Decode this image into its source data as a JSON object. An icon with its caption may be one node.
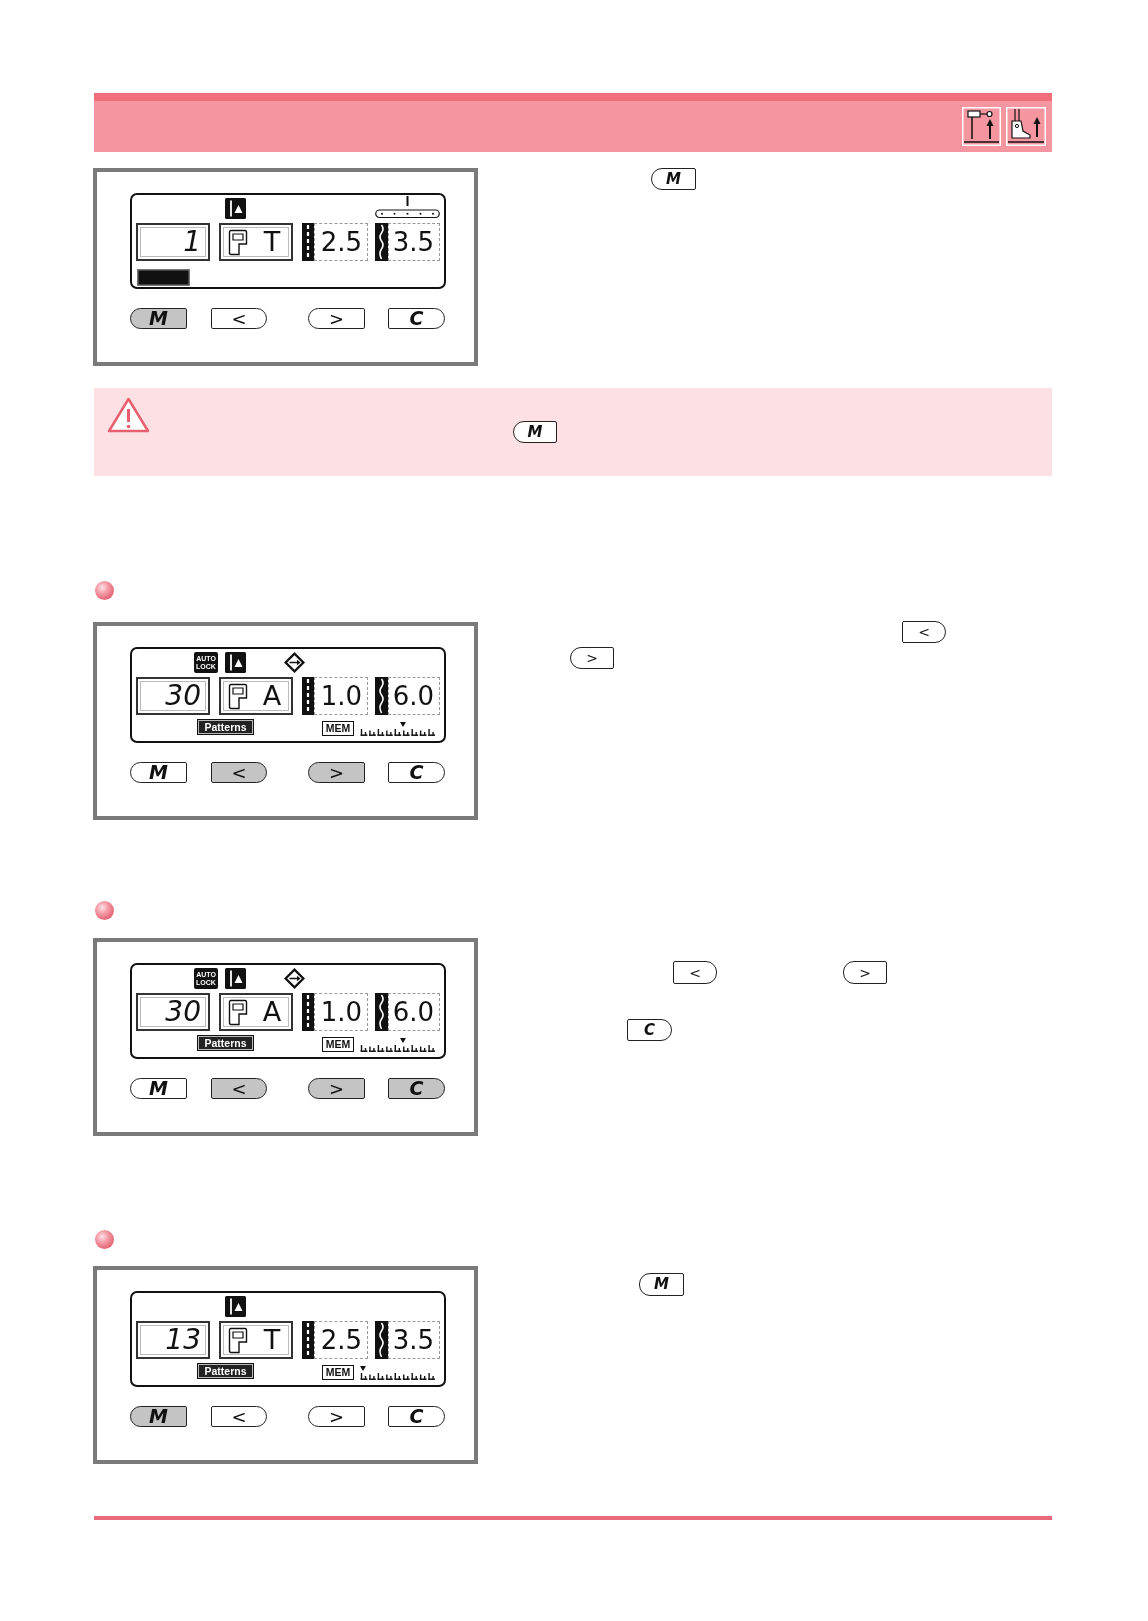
{
  "diagram": {
    "nodes": [
      {
        "text": [],
        "shape": "box"
      },
      {
        "text": [],
        "shape": "box",
        "in": 0
      },
      {
        "text": [
          "1"
        ],
        "in": 1
      },
      {
        "text": [
          "T"
        ],
        "in": 1
      },
      {
        "text": [
          "2.5"
        ],
        "in": 1
      },
      {
        "text": [
          "3.5"
        ],
        "in": 1
      },
      {
        "text": [
          "M"
        ],
        "in": 0
      },
      {
        "text": [
          "<"
        ],
        "in": 0
      },
      {
        "text": [
          ">"
        ],
        "in": 0
      },
      {
        "text": [
          "C"
        ],
        "in": 0
      },
      {
        "text": [
          "M"
        ]
      },
      {
        "text": [],
        "shape": "box"
      },
      {
        "text": [
          "M"
        ],
        "in": 11
      },
      {
        "text": [],
        "shape": "box"
      },
      {
        "text": [],
        "shape": "box",
        "in": 13
      },
      {
        "text": [
          "AUTO LOCK"
        ],
        "in": 14
      },
      {
        "text": [
          "30"
        ],
        "in": 14
      },
      {
        "text": [
          "A"
        ],
        "in": 14
      },
      {
        "text": [
          "1.0"
        ],
        "in": 14
      },
      {
        "text": [
          "6.0"
        ],
        "in": 14
      },
      {
        "text": [
          "Patterns"
        ],
        "in": 14
      },
      {
        "text": [
          "MEM"
        ],
        "in": 14
      },
      {
        "text": [
          "M"
        ],
        "in": 13
      },
      {
        "text": [
          "<"
        ],
        "in": 13
      },
      {
        "text": [
          ">"
        ],
        "in": 13
      },
      {
        "text": [
          "C"
        ],
        "in": 13
      },
      {
        "text": [
          "<"
        ]
      },
      {
        "text": [
          ">"
        ]
      },
      {
        "text": [],
        "shape": "box"
      },
      {
        "text": [],
        "shape": "box",
        "in": 28
      },
      {
        "text": [
          "AUTO LOCK"
        ],
        "in": 29
      },
      {
        "text": [
          "30"
        ],
        "in": 29
      },
      {
        "text": [
          "A"
        ],
        "in": 29
      },
      {
        "text": [
          "1.0"
        ],
        "in": 29
      },
      {
        "text": [
          "6.0"
        ],
        "in": 29
      },
      {
        "text": [
          "Patterns"
        ],
        "in": 29
      },
      {
        "text": [
          "MEM"
        ],
        "in": 29
      },
      {
        "text": [
          "M"
        ],
        "in": 28
      },
      {
        "text": [
          "<"
        ],
        "in": 28
      },
      {
        "text": [
          ">"
        ],
        "in": 28
      },
      {
        "text": [
          "C"
        ],
        "in": 28
      },
      {
        "text": [
          "<"
        ]
      },
      {
        "text": [
          ">"
        ]
      },
      {
        "text": [
          "C"
        ]
      },
      {
        "text": [],
        "shape": "box"
      },
      {
        "text": [],
        "shape": "box",
        "in": 44
      },
      {
        "text": [
          "13"
        ],
        "in": 45
      },
      {
        "text": [
          "T"
        ],
        "in": 45
      },
      {
        "text": [
          "2.5"
        ],
        "in": 45
      },
      {
        "text": [
          "3.5"
        ],
        "in": 45
      },
      {
        "text": [
          "Patterns"
        ],
        "in": 45
      },
      {
        "text": [
          "MEM"
        ],
        "in": 45
      },
      {
        "text": [
          "M"
        ],
        "in": 44
      },
      {
        "text": [
          "<"
        ],
        "in": 44
      },
      {
        "text": [
          ">"
        ],
        "in": 44
      },
      {
        "text": [
          "C"
        ],
        "in": 44
      },
      {
        "text": [
          "M"
        ]
      }
    ]
  }
}
